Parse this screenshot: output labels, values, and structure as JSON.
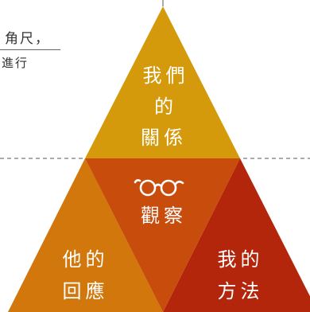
{
  "side_note": {
    "line1": "角尺，",
    "line2": "進行"
  },
  "triangles": {
    "top": {
      "lines": [
        "我們",
        "的",
        "關係"
      ]
    },
    "center": {
      "icon": "glasses-icon",
      "label": "觀察"
    },
    "left": {
      "lines": [
        "他的",
        "回應"
      ]
    },
    "right": {
      "lines": [
        "我的",
        "方法"
      ]
    }
  },
  "colors": {
    "top": "#D49A0B",
    "center": "#C84D0C",
    "left": "#D2770B",
    "right": "#B3260B",
    "line": "#555555"
  }
}
